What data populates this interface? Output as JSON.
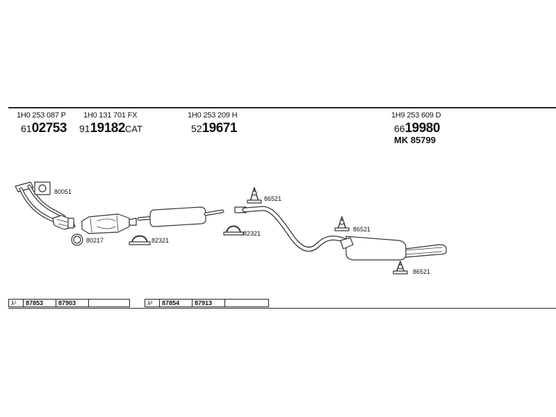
{
  "parts": [
    {
      "oe": "1H0 253 087 P",
      "prefix": "61",
      "number": "02753",
      "suffix": ""
    },
    {
      "oe": "1H0 131 701 FX",
      "prefix": "91",
      "number": "19182",
      "suffix": "CAT"
    },
    {
      "oe": "1H0 253 209 H",
      "prefix": "52",
      "number": "19671",
      "suffix": ""
    },
    {
      "oe": "1H9 253 609 D",
      "prefix": "66",
      "number": "19980",
      "suffix": ""
    }
  ],
  "mounting_kit": "MK  85799",
  "labels": {
    "gasket_top": "80051",
    "ring": "80217",
    "clamp_1": "82321",
    "clamp_2": "82321",
    "hanger_1": "86521",
    "hanger_2": "86521",
    "hanger_3": "86521"
  },
  "sensors": [
    {
      "symbol": "λ¹",
      "cells": [
        "87853",
        "87903",
        ""
      ]
    },
    {
      "symbol": "λ²",
      "cells": [
        "87854",
        "87913",
        ""
      ]
    }
  ]
}
